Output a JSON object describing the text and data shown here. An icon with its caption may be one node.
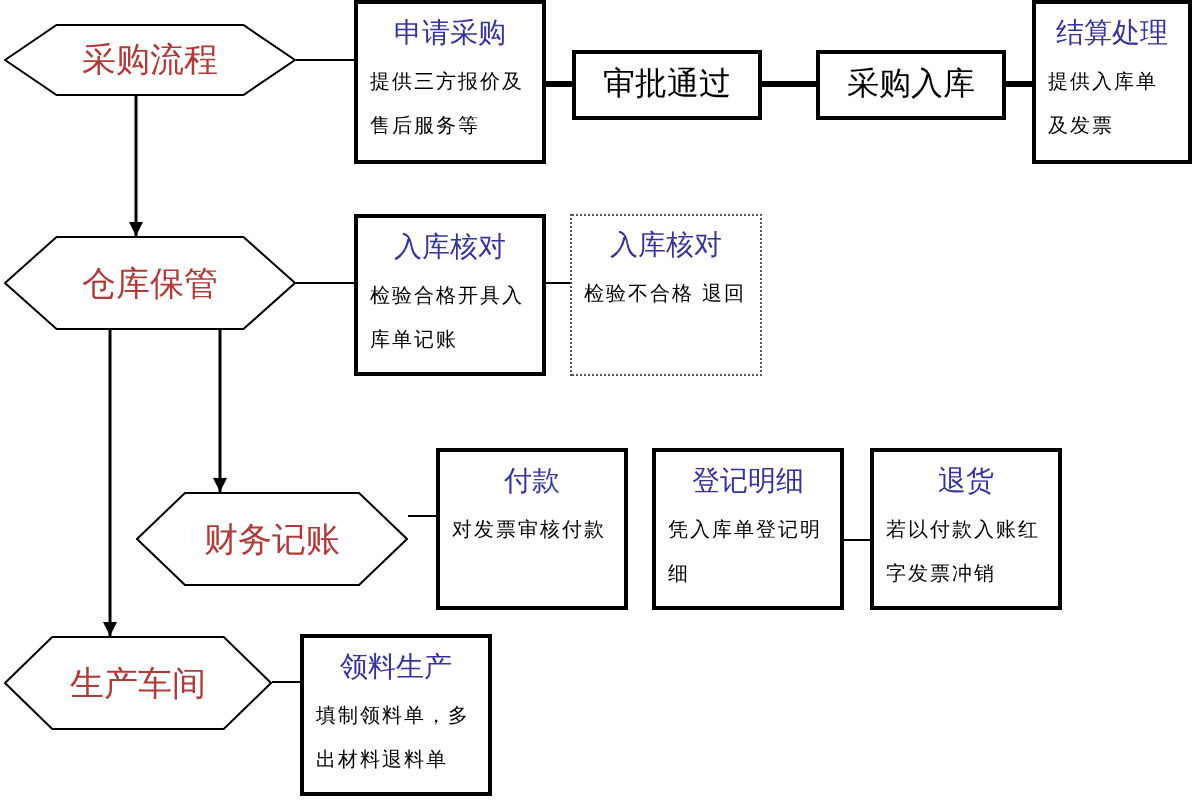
{
  "diagram": {
    "nodes": [
      {
        "text": [
          "采购流程"
        ]
      },
      {
        "text": [
          "申请采购",
          "提供三方报价及售后服务等"
        ]
      },
      {
        "text": [
          "审批通过"
        ]
      },
      {
        "text": [
          "采购入库"
        ]
      },
      {
        "text": [
          "结算处理",
          "提供入库单及发票"
        ]
      },
      {
        "text": [
          "仓库保管"
        ]
      },
      {
        "text": [
          "入库核对",
          "检验合格开具入库单记账"
        ]
      },
      {
        "text": [
          "入库核对",
          "检验不合格 退回"
        ]
      },
      {
        "text": [
          "财务记账"
        ]
      },
      {
        "text": [
          "付款",
          "对发票审核付款"
        ]
      },
      {
        "text": [
          "登记明细",
          "凭入库单登记明细"
        ]
      },
      {
        "text": [
          "退货",
          "若以付款入账红字发票冲销"
        ]
      },
      {
        "text": [
          "生产车间"
        ]
      },
      {
        "text": [
          "领料生产",
          "填制领料单，多出材料退料单"
        ]
      }
    ],
    "edges": [
      {
        "from": 0,
        "to": 1,
        "arrow": "none"
      },
      {
        "from": 1,
        "to": 2,
        "arrow": "none",
        "style": "thick"
      },
      {
        "from": 2,
        "to": 3,
        "arrow": "none",
        "style": "thick"
      },
      {
        "from": 3,
        "to": 4,
        "arrow": "none",
        "style": "thick"
      },
      {
        "from": 5,
        "to": 6,
        "arrow": "none"
      },
      {
        "from": 6,
        "to": 7,
        "arrow": "none"
      },
      {
        "from": 0,
        "to": 5,
        "arrow": "to"
      },
      {
        "from": 5,
        "to": 8,
        "arrow": "to"
      },
      {
        "from": 5,
        "to": 12,
        "arrow": "to"
      },
      {
        "from": 8,
        "to": 9,
        "arrow": "none"
      },
      {
        "from": 10,
        "to": 11,
        "arrow": "none"
      },
      {
        "from": 12,
        "to": 13,
        "arrow": "none"
      }
    ]
  }
}
